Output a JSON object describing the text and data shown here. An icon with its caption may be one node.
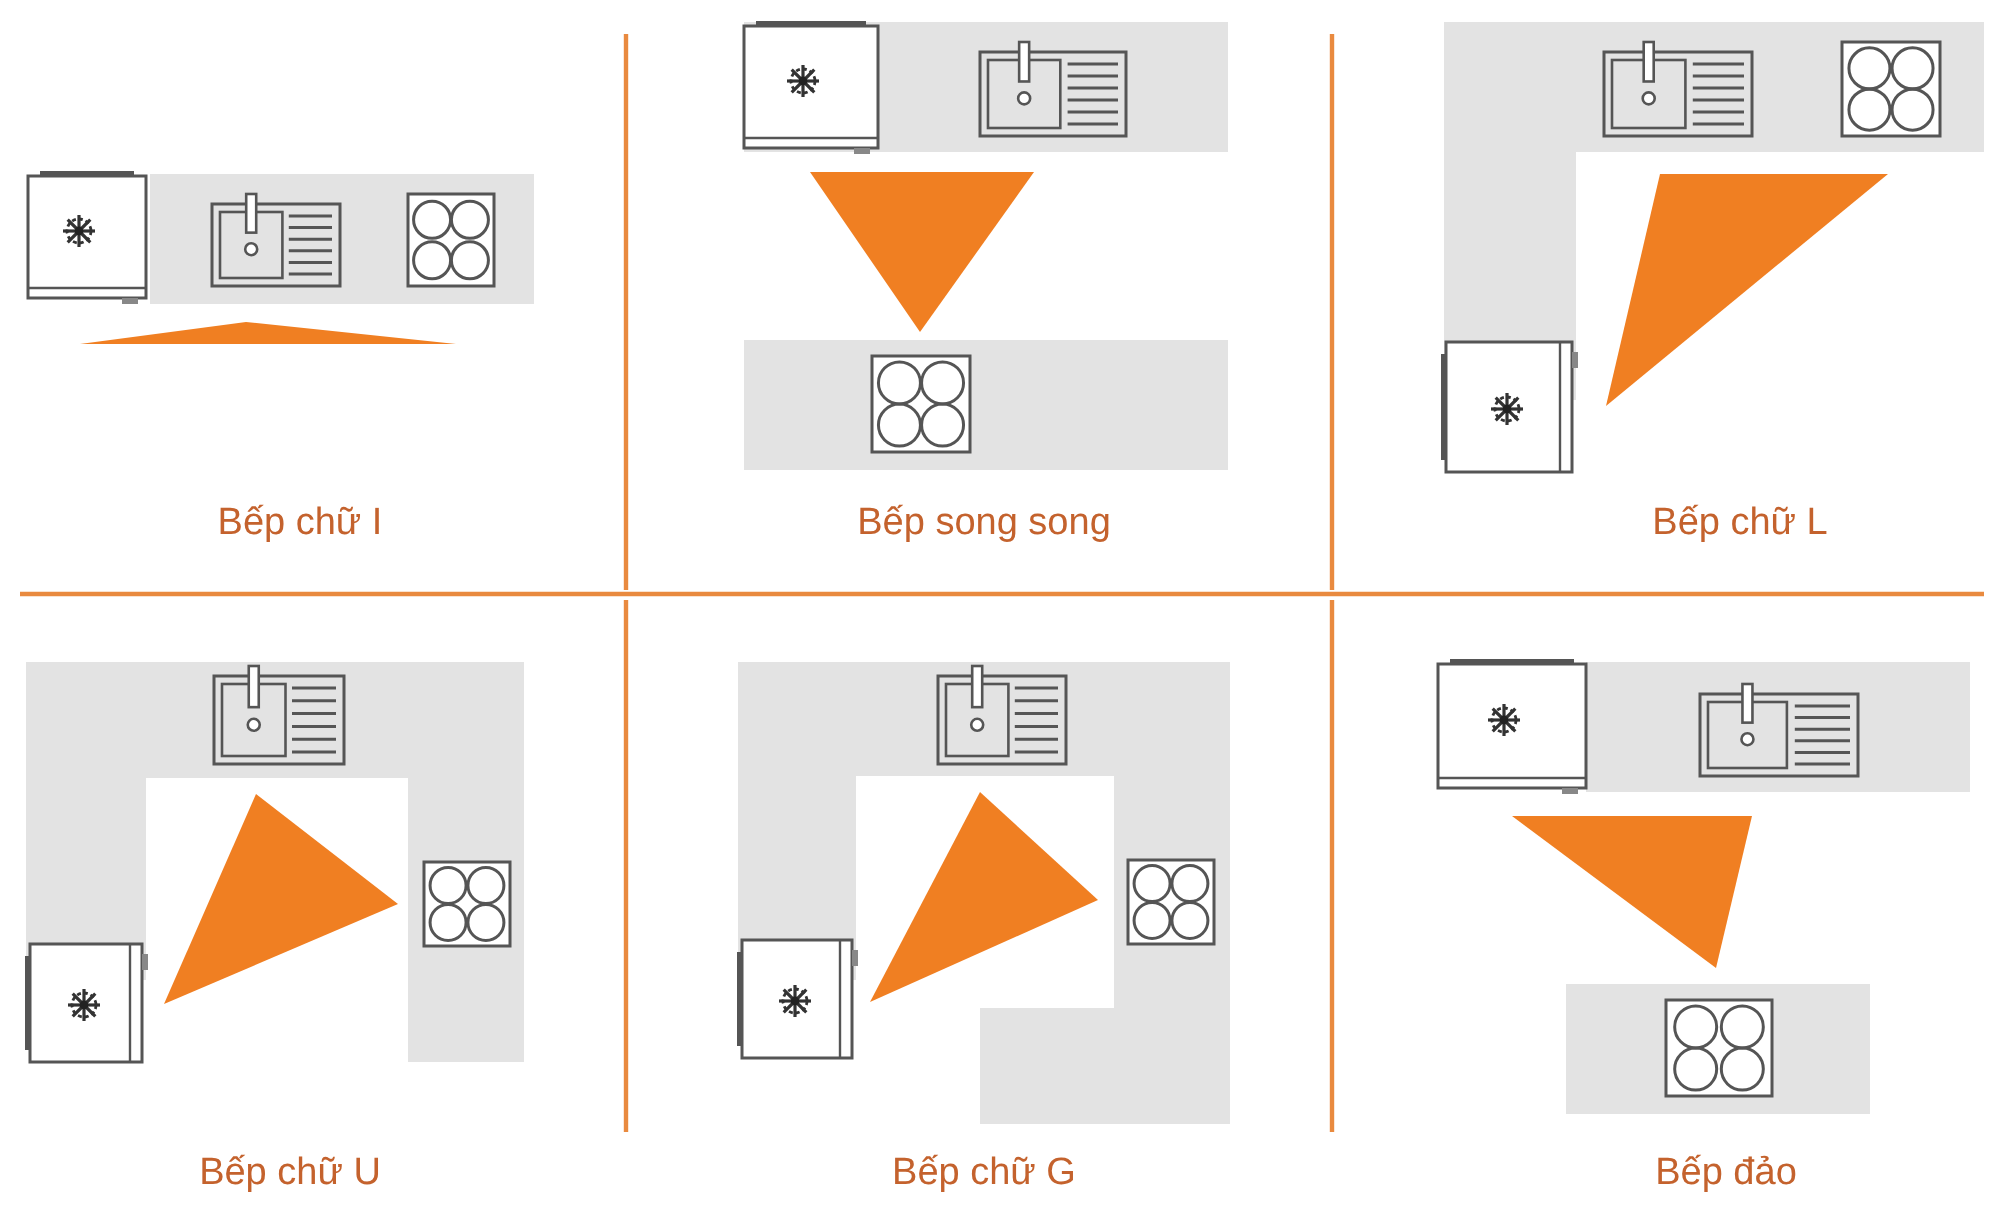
{
  "diagram": {
    "labels": [
      "Bếp chữ I",
      "Bếp song song",
      "Bếp chữ L",
      "Bếp chữ U",
      "Bếp chữ G",
      "Bếp đảo"
    ]
  }
}
